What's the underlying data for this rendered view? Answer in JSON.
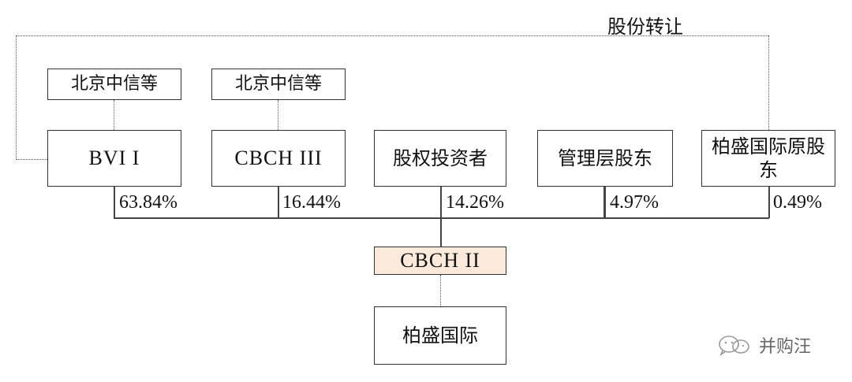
{
  "transfer_label": "股份转让",
  "top_boxes": [
    {
      "id": "top-left",
      "label": "北京中信等"
    },
    {
      "id": "top-right",
      "label": "北京中信等"
    }
  ],
  "shareholders": [
    {
      "id": "bvi",
      "label": "BVI I",
      "percent": "63.84%"
    },
    {
      "id": "cbch3",
      "label": "CBCH III",
      "percent": "16.44%"
    },
    {
      "id": "equity",
      "label": "股权投资者",
      "percent": "14.26%"
    },
    {
      "id": "mgmt",
      "label": "管理层股东",
      "percent": "4.97%"
    },
    {
      "id": "orig",
      "label": "柏盛国际原股东",
      "percent": "0.49%"
    }
  ],
  "intermediate": {
    "label": "CBCH II"
  },
  "target": {
    "label": "柏盛国际"
  },
  "watermark": {
    "text": "并购汪",
    "icon": "wechat-icon"
  }
}
